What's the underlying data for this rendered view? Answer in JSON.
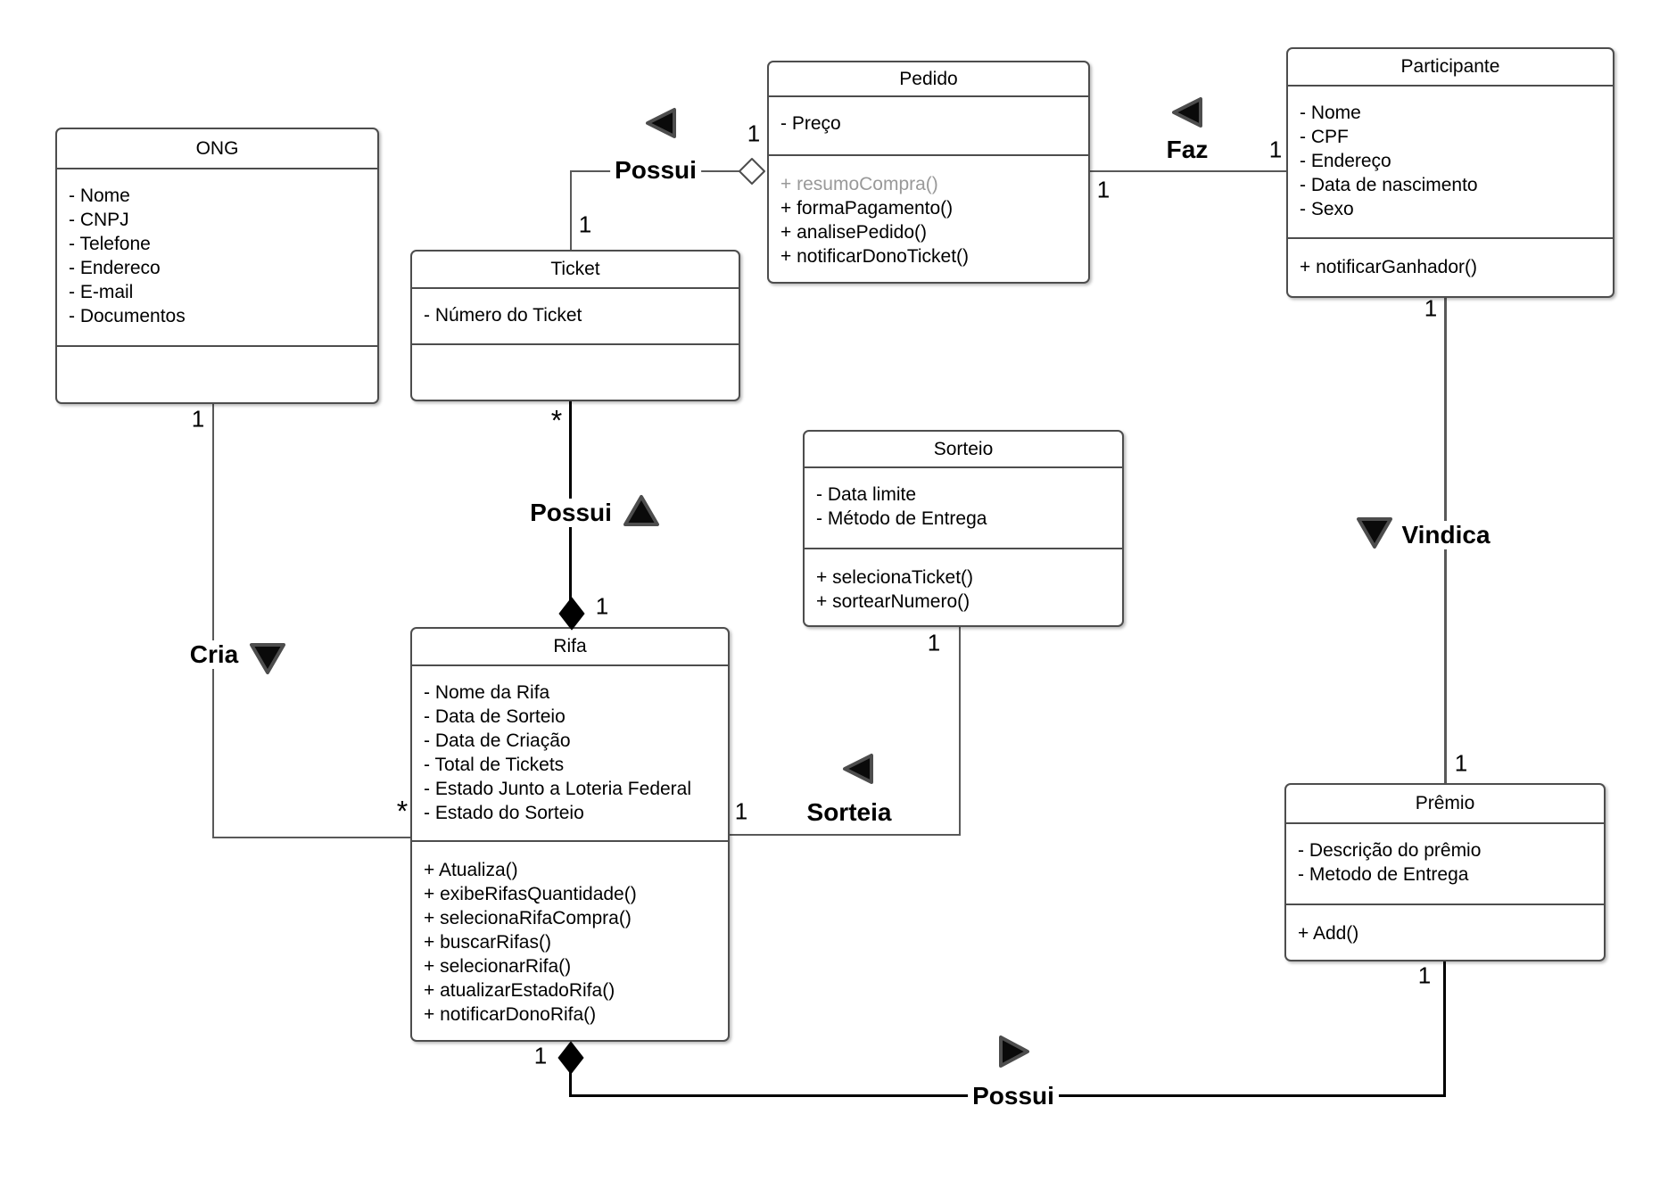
{
  "classes": {
    "ong": {
      "name": "ONG",
      "attributes": [
        "- Nome",
        "- CNPJ",
        "- Telefone",
        "- Endereco",
        "- E-mail",
        "- Documentos"
      ],
      "methods": []
    },
    "ticket": {
      "name": "Ticket",
      "attributes": [
        "- Número do Ticket"
      ],
      "methods": []
    },
    "pedido": {
      "name": "Pedido",
      "attributes": [
        "- Preço"
      ],
      "methods": [
        {
          "text": "+ resumoCompra()",
          "muted": true
        },
        "+ formaPagamento()",
        "+ analisePedido()",
        "+ notificarDonoTicket()"
      ]
    },
    "participante": {
      "name": "Participante",
      "attributes": [
        "- Nome",
        "- CPF",
        "- Endereço",
        "- Data de nascimento",
        "- Sexo"
      ],
      "methods": [
        "+ notificarGanhador()"
      ]
    },
    "sorteio": {
      "name": "Sorteio",
      "attributes": [
        "- Data limite",
        "- Método de Entrega"
      ],
      "methods": [
        "+ selecionaTicket()",
        "+ sortearNumero()"
      ]
    },
    "rifa": {
      "name": "Rifa",
      "attributes": [
        "- Nome da Rifa",
        "- Data de Sorteio",
        "- Data de Criação",
        "- Total de Tickets",
        "- Estado Junto a Loteria Federal",
        "- Estado do Sorteio"
      ],
      "methods": [
        "+ Atualiza()",
        "+ exibeRifasQuantidade()",
        "+ selecionaRifaCompra()",
        "+ buscarRifas()",
        "+ selecionarRifa()",
        "+ atualizarEstadoRifa()",
        "+ notificarDonoRifa()"
      ]
    },
    "premio": {
      "name": "Prêmio",
      "attributes": [
        "- Descrição do prêmio",
        "- Metodo de Entrega"
      ],
      "methods": [
        "+ Add()"
      ]
    }
  },
  "relationships": {
    "ticket_pedido": {
      "label": "Possui",
      "navigability": "left",
      "marker": "open-diamond-at-pedido",
      "mult_at_pedido": "1",
      "mult_at_ticket": "1"
    },
    "pedido_participante": {
      "label": "Faz",
      "navigability": "left",
      "mult_at_pedido": "1",
      "mult_at_participante": "1"
    },
    "ticket_rifa": {
      "label": "Possui",
      "navigability": "up",
      "marker": "filled-diamond-at-rifa",
      "mult_at_ticket": "*",
      "mult_at_rifa": "1"
    },
    "ong_rifa": {
      "label": "Cria",
      "navigability": "down",
      "mult_at_ong": "1",
      "mult_at_rifa": "*"
    },
    "sorteio_rifa": {
      "label": "Sorteia",
      "navigability": "left",
      "mult_at_sorteio": "1",
      "mult_at_rifa": "1"
    },
    "participante_premio": {
      "label": "Vindica",
      "navigability": "down",
      "mult_at_participante": "1",
      "mult_at_premio": "1"
    },
    "rifa_premio": {
      "label": "Possui",
      "navigability": "right",
      "marker": "filled-diamond-at-rifa",
      "mult_at_rifa": "1",
      "mult_at_premio": "1"
    }
  },
  "colors": {
    "background": "#ffffff",
    "box_border": "#4d4d4d",
    "line": "#595959",
    "black_line": "#000000",
    "text": "#000000",
    "muted_text": "#999999"
  }
}
